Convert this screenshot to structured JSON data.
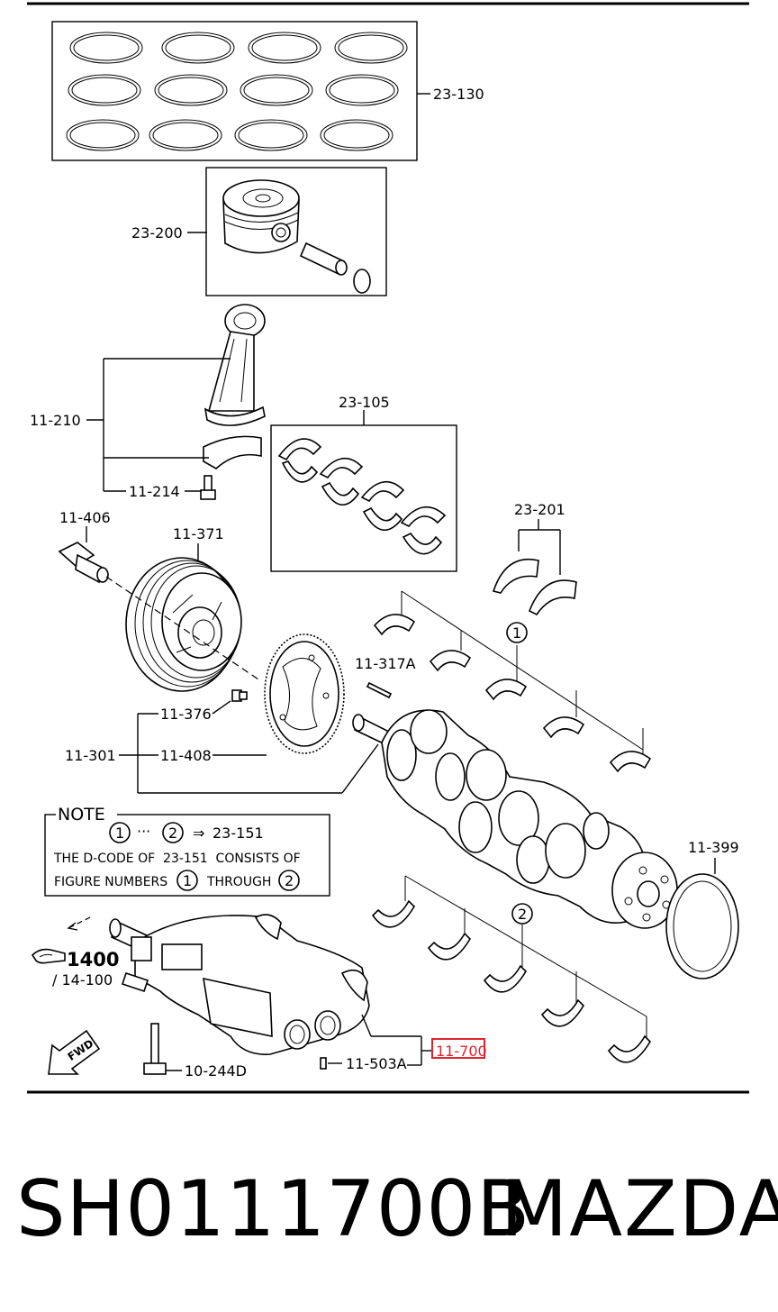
{
  "diagram": {
    "labels": {
      "piston_rings": "23-130",
      "piston": "23-200",
      "connecting_rod": "11-210",
      "rod_bolt": "11-214",
      "rod_bearings": "23-105",
      "pulley_bolt": "11-406",
      "pulley": "11-371",
      "thrust_bearings": "23-201",
      "key": "11-317A",
      "bolt_376": "11-376",
      "crankshaft_group": "11-301",
      "pulse_plate": "11-408",
      "oil_seal": "11-399",
      "balancer": "11-700",
      "plug": "11-503A",
      "balancer_bolt": "10-244D",
      "ref_section": "1400",
      "ref_sub": "/ 14-100",
      "fwd": "FWD",
      "circle_1": "1",
      "circle_2": "2"
    },
    "note": {
      "title": "NOTE",
      "line1_from": "1",
      "line1_sep": "···",
      "line1_to": "2",
      "line1_arrow": "⇒",
      "line1_ref": "23-151",
      "line2": "THE D-CODE OF  23-151  CONSISTS OF",
      "line3_a": "FIGURE NUMBERS",
      "line3_n1": "1",
      "line3_b": "THROUGH",
      "line3_n2": "2"
    },
    "highlight_color": "#e0242c"
  },
  "footer": {
    "part_number": "SH0111700B",
    "brand": "MAZDA"
  }
}
